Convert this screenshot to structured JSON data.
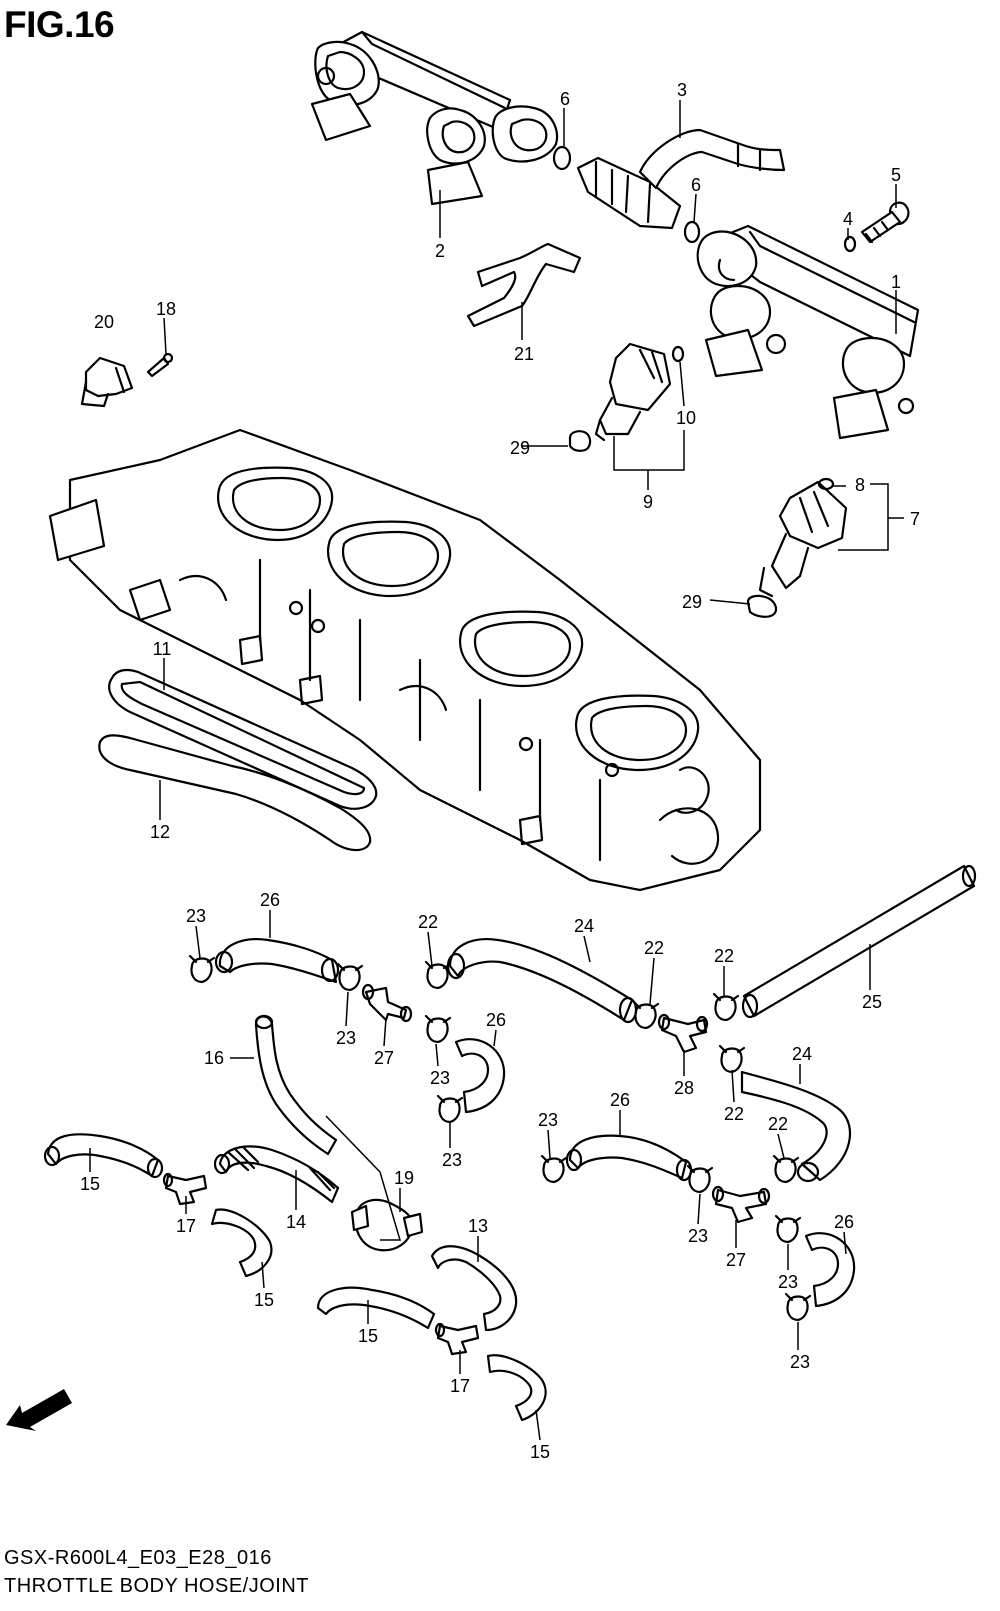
{
  "figure": {
    "title": "FIG.16",
    "model_code": "GSX-R600L4_E03_E28_016",
    "section_title": "THROTTLE BODY HOSE/JOINT",
    "direction_label": "FWD"
  },
  "callouts": [
    {
      "id": "c1",
      "text": "1"
    },
    {
      "id": "c2",
      "text": "2"
    },
    {
      "id": "c3",
      "text": "3"
    },
    {
      "id": "c4",
      "text": "4"
    },
    {
      "id": "c5",
      "text": "5"
    },
    {
      "id": "c6a",
      "text": "6"
    },
    {
      "id": "c6b",
      "text": "6"
    },
    {
      "id": "c7",
      "text": "7"
    },
    {
      "id": "c8",
      "text": "8"
    },
    {
      "id": "c9",
      "text": "9"
    },
    {
      "id": "c10",
      "text": "10"
    },
    {
      "id": "c11",
      "text": "11"
    },
    {
      "id": "c12",
      "text": "12"
    },
    {
      "id": "c13",
      "text": "13"
    },
    {
      "id": "c14",
      "text": "14"
    },
    {
      "id": "c15a",
      "text": "15"
    },
    {
      "id": "c15b",
      "text": "15"
    },
    {
      "id": "c15c",
      "text": "15"
    },
    {
      "id": "c15d",
      "text": "15"
    },
    {
      "id": "c16",
      "text": "16"
    },
    {
      "id": "c17a",
      "text": "17"
    },
    {
      "id": "c17b",
      "text": "17"
    },
    {
      "id": "c18",
      "text": "18"
    },
    {
      "id": "c19",
      "text": "19"
    },
    {
      "id": "c20",
      "text": "20"
    },
    {
      "id": "c21",
      "text": "21"
    },
    {
      "id": "c22a",
      "text": "22"
    },
    {
      "id": "c22b",
      "text": "22"
    },
    {
      "id": "c22c",
      "text": "22"
    },
    {
      "id": "c22d",
      "text": "22"
    },
    {
      "id": "c22e",
      "text": "22"
    },
    {
      "id": "c23a",
      "text": "23"
    },
    {
      "id": "c23b",
      "text": "23"
    },
    {
      "id": "c23c",
      "text": "23"
    },
    {
      "id": "c23d",
      "text": "23"
    },
    {
      "id": "c23e",
      "text": "23"
    },
    {
      "id": "c23f",
      "text": "23"
    },
    {
      "id": "c23g",
      "text": "23"
    },
    {
      "id": "c23h",
      "text": "23"
    },
    {
      "id": "c24a",
      "text": "24"
    },
    {
      "id": "c24b",
      "text": "24"
    },
    {
      "id": "c25",
      "text": "25"
    },
    {
      "id": "c26a",
      "text": "26"
    },
    {
      "id": "c26b",
      "text": "26"
    },
    {
      "id": "c26c",
      "text": "26"
    },
    {
      "id": "c26d",
      "text": "26"
    },
    {
      "id": "c27a",
      "text": "27"
    },
    {
      "id": "c27b",
      "text": "27"
    },
    {
      "id": "c28",
      "text": "28"
    },
    {
      "id": "c29a",
      "text": "29"
    },
    {
      "id": "c29b",
      "text": "29"
    }
  ]
}
